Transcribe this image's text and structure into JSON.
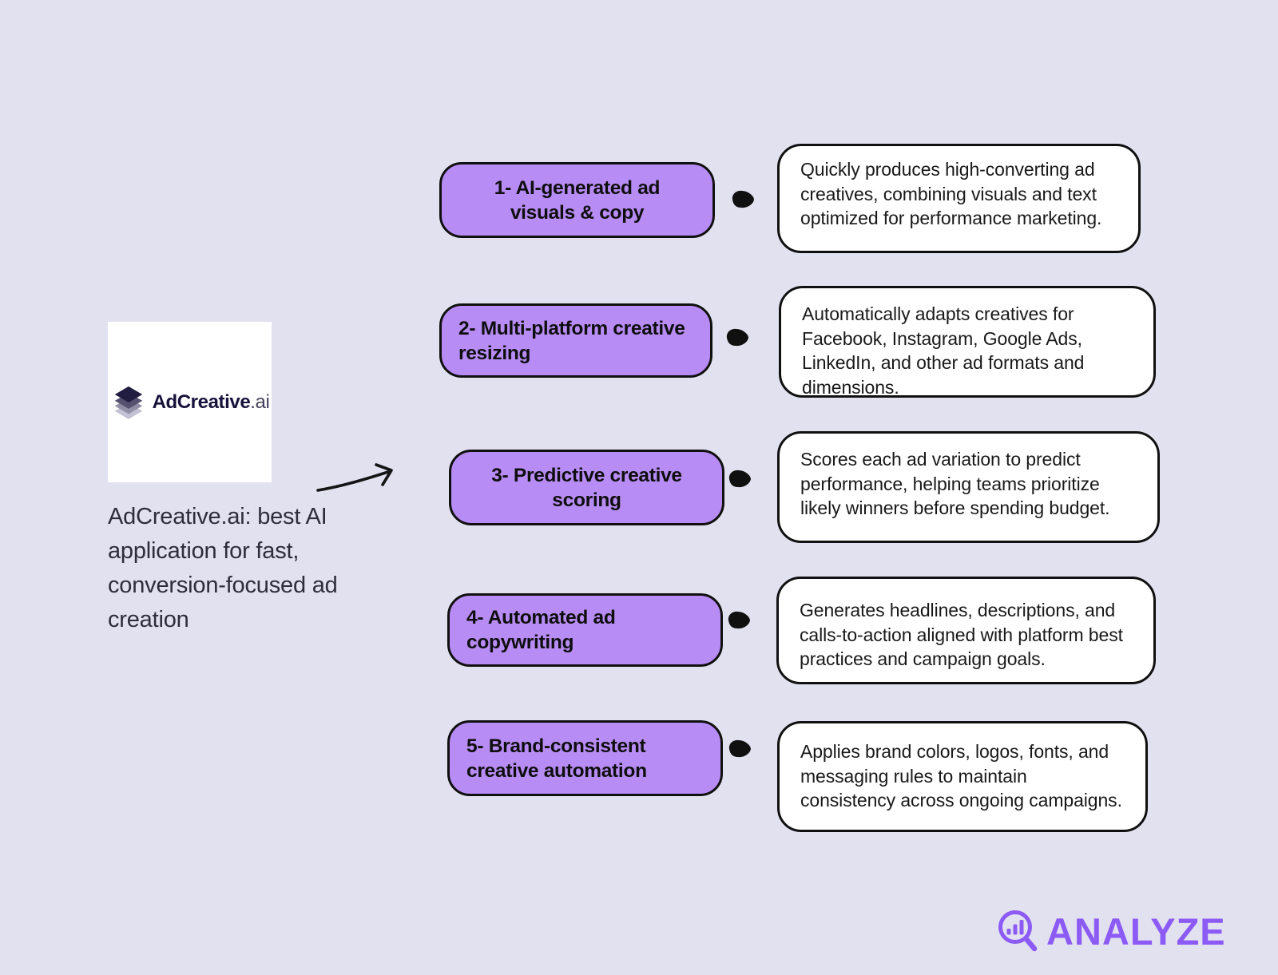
{
  "colors": {
    "background": "#E2E1F0",
    "pill_purple": "#B88CF5",
    "outline_black": "#101010",
    "brand_purple": "#8C5BF5",
    "logo_navy": "#17123B"
  },
  "logo_card": {
    "brand_name": "AdCreative",
    "brand_suffix": ".ai"
  },
  "caption": "AdCreative.ai: best AI application for fast, conversion-focused ad creation",
  "features": [
    {
      "title": "1- AI-generated ad\nvisuals & copy",
      "description": "Quickly produces high-converting ad creatives, combining visuals and text optimized for performance marketing."
    },
    {
      "title": "2- Multi-platform creative\nresizing",
      "description": "Automatically adapts creatives for Facebook, Instagram, Google Ads, LinkedIn, and other ad formats and dimensions."
    },
    {
      "title": "3- Predictive creative\nscoring",
      "description": "Scores each ad variation to predict performance, helping teams prioritize likely winners before spending budget."
    },
    {
      "title": "4- Automated ad\ncopywriting",
      "description": "Generates headlines, descriptions, and calls-to-action aligned with platform best practices and campaign goals."
    },
    {
      "title": "5- Brand-consistent\ncreative automation",
      "description": "Applies brand colors, logos, fonts, and messaging rules to maintain consistency across ongoing campaigns."
    }
  ],
  "footer": {
    "brand": "ANALYZE"
  }
}
